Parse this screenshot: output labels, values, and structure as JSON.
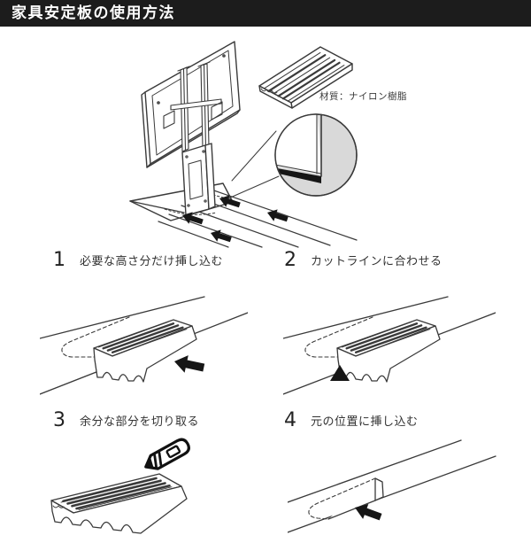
{
  "header": {
    "title": "家具安定板の使用方法"
  },
  "overview": {
    "material_label": "材質：ナイロン樹脂"
  },
  "steps": [
    {
      "number": "1",
      "label": "必要な高さ分だけ挿し込む"
    },
    {
      "number": "2",
      "label": "カットラインに合わせる"
    },
    {
      "number": "3",
      "label": "余分な部分を切り取る"
    },
    {
      "number": "4",
      "label": "元の位置に挿し込む"
    }
  ],
  "colors": {
    "header_bg": "#1c1c1c",
    "header_fg": "#ffffff",
    "line_art": "#3a3a3a",
    "solid_black": "#161616",
    "magnifier_bg": "#d9d9d9",
    "page_bg": "#ffffff"
  }
}
